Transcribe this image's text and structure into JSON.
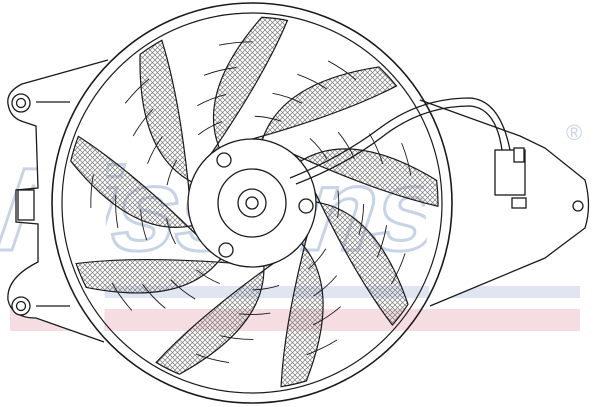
{
  "diagram": {
    "kind": "engine-cooling-fan-assembly-line-drawing",
    "blade_count": 9
  },
  "watermark": {
    "text": "Nissens",
    "registered_mark": "®",
    "colors": {
      "text_outline": "#c9d3e6",
      "stripe_blue": "#c9d3e6",
      "stripe_red": "#f3cfd6"
    }
  },
  "colors": {
    "line": "#1a1a1a",
    "hatch": "#7a7a7a",
    "background": "#ffffff"
  }
}
